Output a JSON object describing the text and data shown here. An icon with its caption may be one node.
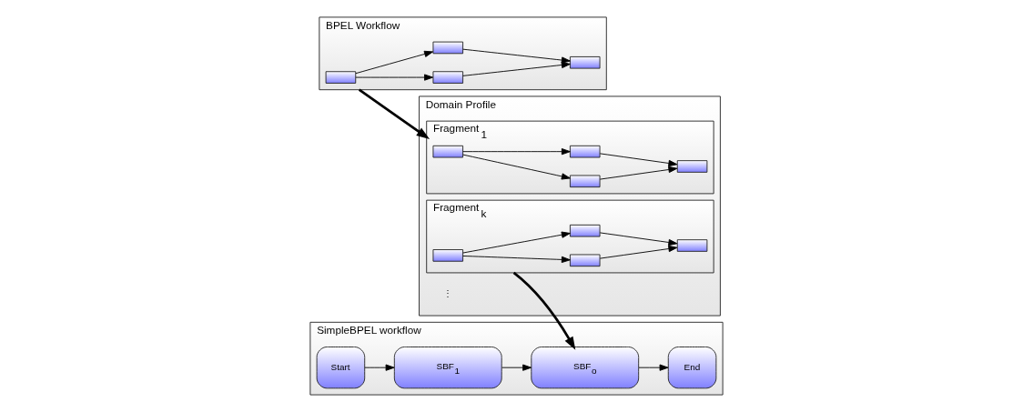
{
  "diagram": {
    "nodes": [
      {
        "text": [
          "BPEL Workflow"
        ]
      },
      {
        "text": [],
        "shape": "box",
        "in": 0
      },
      {
        "text": [],
        "shape": "box",
        "in": 0
      },
      {
        "text": [],
        "shape": "box",
        "in": 0
      },
      {
        "text": [],
        "shape": "box",
        "in": 0
      },
      {
        "text": [
          "Domain Profile"
        ]
      },
      {
        "text": [
          "Fragment$_{1}$"
        ],
        "in": 5
      },
      {
        "text": [],
        "shape": "box",
        "in": 6
      },
      {
        "text": [],
        "shape": "box",
        "in": 6
      },
      {
        "text": [],
        "shape": "box",
        "in": 6
      },
      {
        "text": [],
        "shape": "box",
        "in": 6
      },
      {
        "text": [
          "Fragment$_{k}$"
        ],
        "in": 5
      },
      {
        "text": [],
        "shape": "box",
        "in": 11
      },
      {
        "text": [],
        "shape": "box",
        "in": 11
      },
      {
        "text": [],
        "shape": "box",
        "in": 11
      },
      {
        "text": [],
        "shape": "box",
        "in": 11
      },
      {
        "text": [
          "SimpleBPEL workflow"
        ]
      },
      {
        "text": [
          "Start"
        ],
        "in": 16
      },
      {
        "text": [
          "SBF$_{1}$"
        ],
        "in": 16
      },
      {
        "text": [
          "SBF$_{o}$"
        ],
        "in": 16
      },
      {
        "text": [
          "End"
        ],
        "in": 16
      }
    ],
    "edges": [
      {
        "from": 1,
        "to": 2,
        "arrow": "to"
      },
      {
        "from": 1,
        "to": 3,
        "arrow": "to"
      },
      {
        "from": 2,
        "to": 4,
        "arrow": "to"
      },
      {
        "from": 3,
        "to": 4,
        "arrow": "to"
      },
      {
        "from": 7,
        "to": 8,
        "arrow": "to"
      },
      {
        "from": 7,
        "to": 9,
        "arrow": "to"
      },
      {
        "from": 8,
        "to": 10,
        "arrow": "to"
      },
      {
        "from": 9,
        "to": 10,
        "arrow": "to"
      },
      {
        "from": 12,
        "to": 13,
        "arrow": "to"
      },
      {
        "from": 12,
        "to": 14,
        "arrow": "to"
      },
      {
        "from": 13,
        "to": 15,
        "arrow": "to"
      },
      {
        "from": 14,
        "to": 15,
        "arrow": "to"
      },
      {
        "from": 0,
        "to": 6,
        "arrow": "to",
        "style": "thick"
      },
      {
        "from": 11,
        "to": 19,
        "arrow": "to",
        "style": "thick"
      },
      {
        "from": 17,
        "to": 18,
        "arrow": "to"
      },
      {
        "from": 18,
        "to": 19,
        "arrow": "to"
      },
      {
        "from": 19,
        "to": 20,
        "arrow": "to"
      }
    ],
    "labels": [
      "⋮"
    ]
  }
}
